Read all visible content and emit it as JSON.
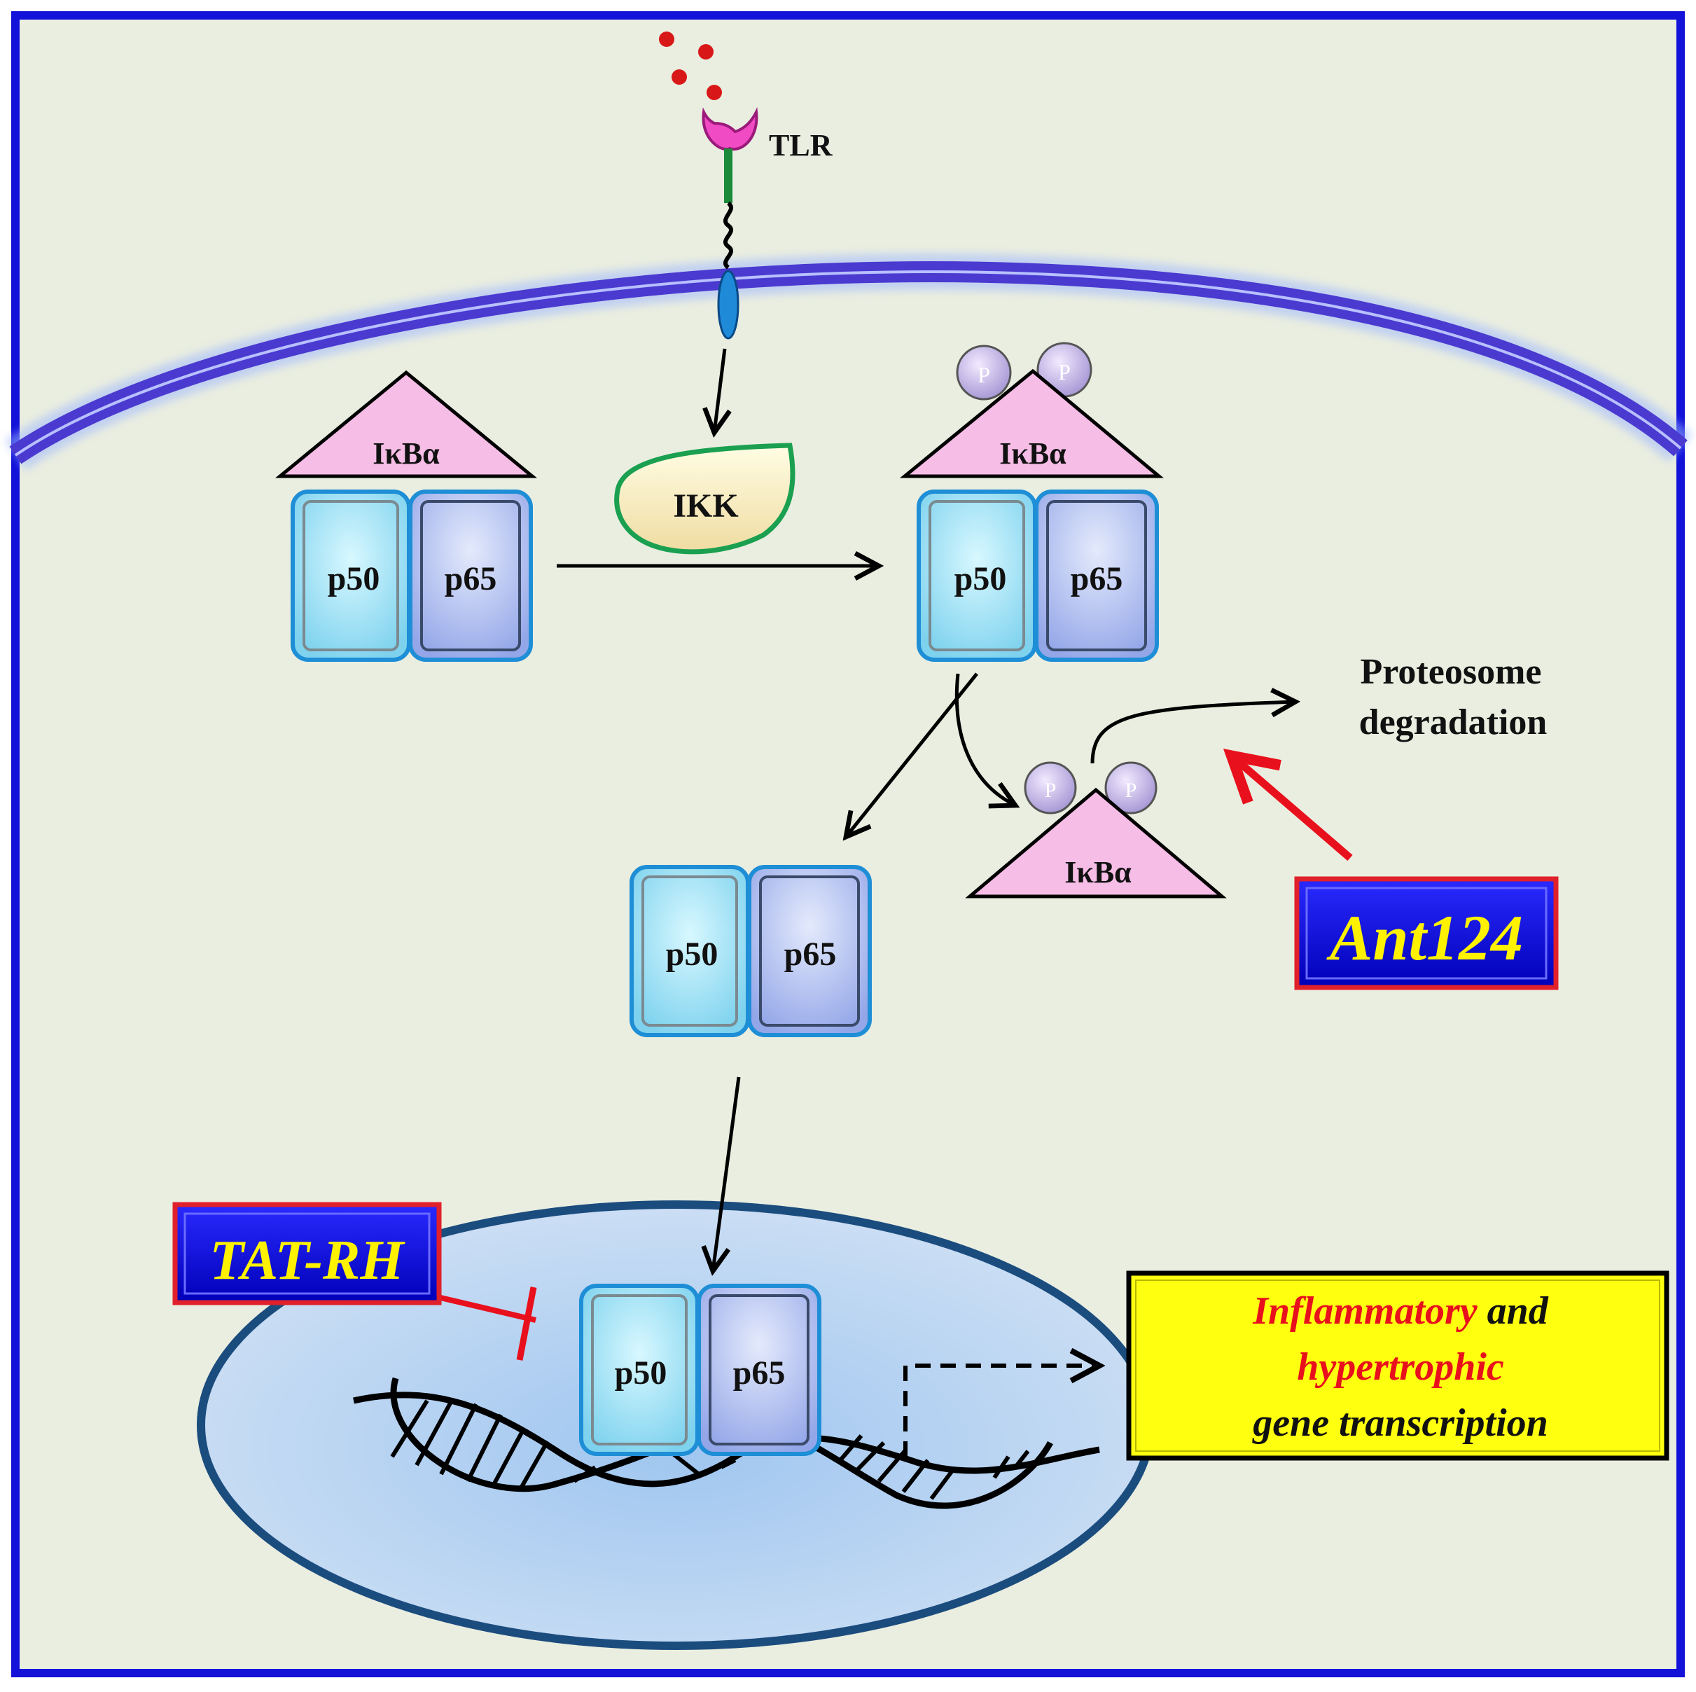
{
  "receptor": {
    "label": "TLR"
  },
  "kinase": {
    "label": "IKK"
  },
  "inhibitor_label": "IκBα",
  "subunits": {
    "left": "p50",
    "right": "p65"
  },
  "phospho_label": "P",
  "degradation": {
    "line1": "Proteosome",
    "line2": "degradation"
  },
  "drugs": {
    "ant124": "Ant124",
    "tatrh": "TAT-RH"
  },
  "output": {
    "line1_red": "Inflammatory",
    "line1_black": " and",
    "line2_red": "hypertrophic",
    "line3_black": "gene transcription"
  },
  "colors": {
    "cytoplasm": "#eaeee0",
    "frame": "#1212d8",
    "membrane": "#4a3ad0",
    "nucleus": "#bcd6f2",
    "nucleus_border": "#1b4c7e",
    "inhibitor_fill": "#f6bde6",
    "p50_fill": "#a8e6f8",
    "p65_fill": "#bcc8f4",
    "drug_box": "#1010e0",
    "drug_border": "#e0202a",
    "drug_text": "#fff200",
    "output_box": "#ffff10",
    "red_text": "#e8101c",
    "ligand": "#d81818"
  }
}
